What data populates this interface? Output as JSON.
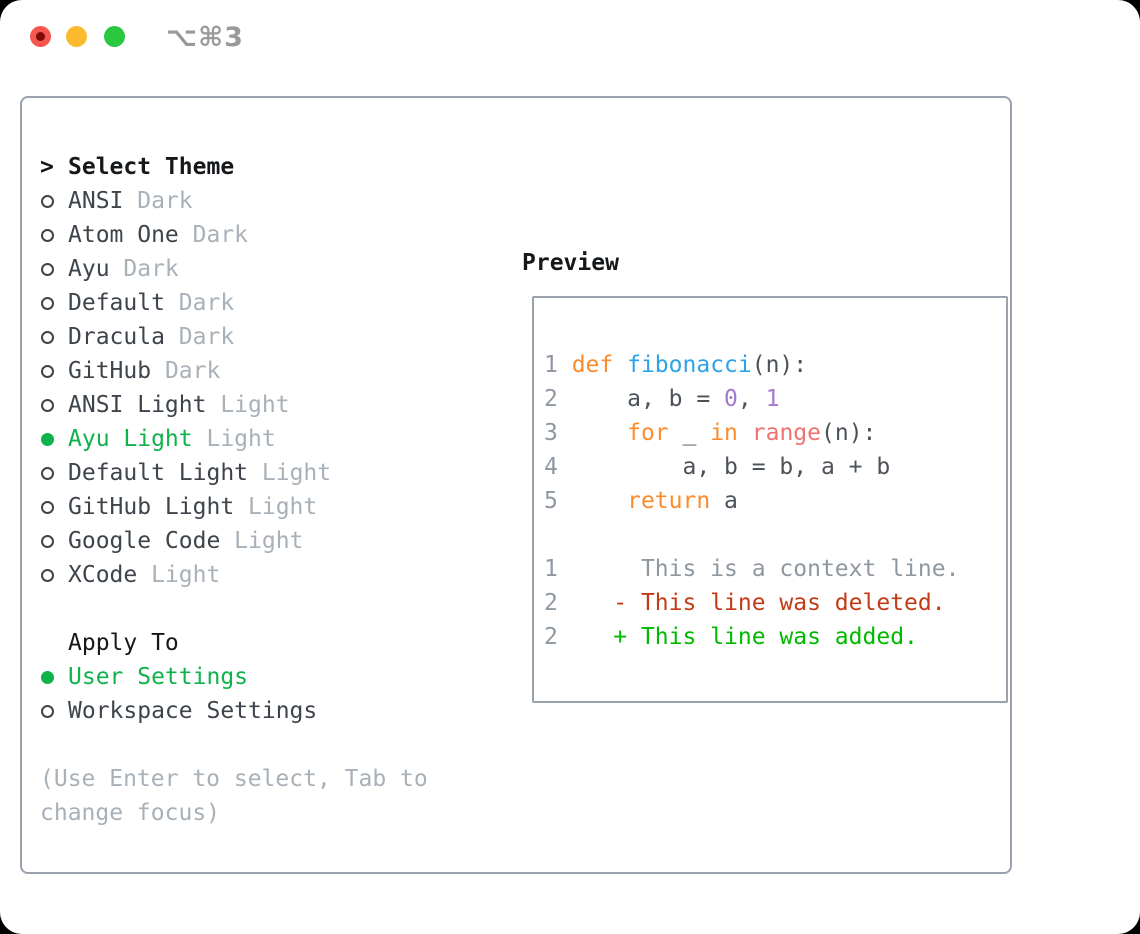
{
  "window": {
    "title": "⌥⌘3"
  },
  "theme_panel": {
    "prompt": ">",
    "title": "Select Theme",
    "items": [
      {
        "label": "ANSI",
        "variant": "Dark",
        "selected": false
      },
      {
        "label": "Atom One",
        "variant": "Dark",
        "selected": false
      },
      {
        "label": "Ayu",
        "variant": "Dark",
        "selected": false
      },
      {
        "label": "Default",
        "variant": "Dark",
        "selected": false
      },
      {
        "label": "Dracula",
        "variant": "Dark",
        "selected": false
      },
      {
        "label": "GitHub",
        "variant": "Dark",
        "selected": false
      },
      {
        "label": "ANSI Light",
        "variant": "Light",
        "selected": false
      },
      {
        "label": "Ayu Light",
        "variant": "Light",
        "selected": true
      },
      {
        "label": "Default Light",
        "variant": "Light",
        "selected": false
      },
      {
        "label": "GitHub Light",
        "variant": "Light",
        "selected": false
      },
      {
        "label": "Google Code",
        "variant": "Light",
        "selected": false
      },
      {
        "label": "XCode",
        "variant": "Light",
        "selected": false
      }
    ],
    "apply_title": "Apply To",
    "apply_options": [
      {
        "label": "User Settings",
        "selected": true
      },
      {
        "label": "Workspace Settings",
        "selected": false
      }
    ],
    "hint_lines": [
      "(Use Enter to select, Tab to",
      "change focus)"
    ]
  },
  "preview": {
    "title": "Preview",
    "code_lines": [
      {
        "no": "1",
        "tokens": [
          [
            "kw",
            "def"
          ],
          [
            "fg",
            " "
          ],
          [
            "fn",
            "fibonacci"
          ],
          [
            "fg",
            "(n):"
          ]
        ]
      },
      {
        "no": "2",
        "tokens": [
          [
            "fg",
            "    a, b = "
          ],
          [
            "num",
            "0"
          ],
          [
            "fg",
            ", "
          ],
          [
            "num",
            "1"
          ]
        ]
      },
      {
        "no": "3",
        "tokens": [
          [
            "fg",
            "    "
          ],
          [
            "kw",
            "for"
          ],
          [
            "fg",
            " _ "
          ],
          [
            "kw",
            "in"
          ],
          [
            "fg",
            " "
          ],
          [
            "call",
            "range"
          ],
          [
            "fg",
            "(n):"
          ]
        ]
      },
      {
        "no": "4",
        "tokens": [
          [
            "fg",
            "        a, b = b, a + b"
          ]
        ]
      },
      {
        "no": "5",
        "tokens": [
          [
            "fg",
            "    "
          ],
          [
            "kw",
            "return"
          ],
          [
            "fg",
            " a"
          ]
        ]
      },
      {
        "no": "",
        "tokens": []
      },
      {
        "no": "1",
        "tokens": [
          [
            "ctx",
            "     This is a context line."
          ]
        ]
      },
      {
        "no": "2",
        "tokens": [
          [
            "del",
            "   - This line was deleted."
          ]
        ]
      },
      {
        "no": "2",
        "tokens": [
          [
            "add",
            "   + This line was added."
          ]
        ]
      }
    ]
  },
  "colors": {
    "accent_green": "#0fb24b",
    "added_green": "#00ba00",
    "deleted_red": "#c43a16",
    "keyword_orange": "#fa8c2e",
    "function_blue": "#2ea2e8",
    "number_purple": "#a37acc",
    "call_coral": "#f07171",
    "code_fg": "#4c5259",
    "lineno_gray": "#8f98a1",
    "muted_gray": "#a8b0b8",
    "list_fg": "#3e444b",
    "heading_black": "#15181b",
    "border_gray": "#9aa2ad",
    "title_gray": "#999999",
    "traffic_red": "#f6574f",
    "traffic_red_dot": "#7d0c06",
    "traffic_yellow": "#fcbb2f",
    "traffic_green": "#29c83f"
  }
}
